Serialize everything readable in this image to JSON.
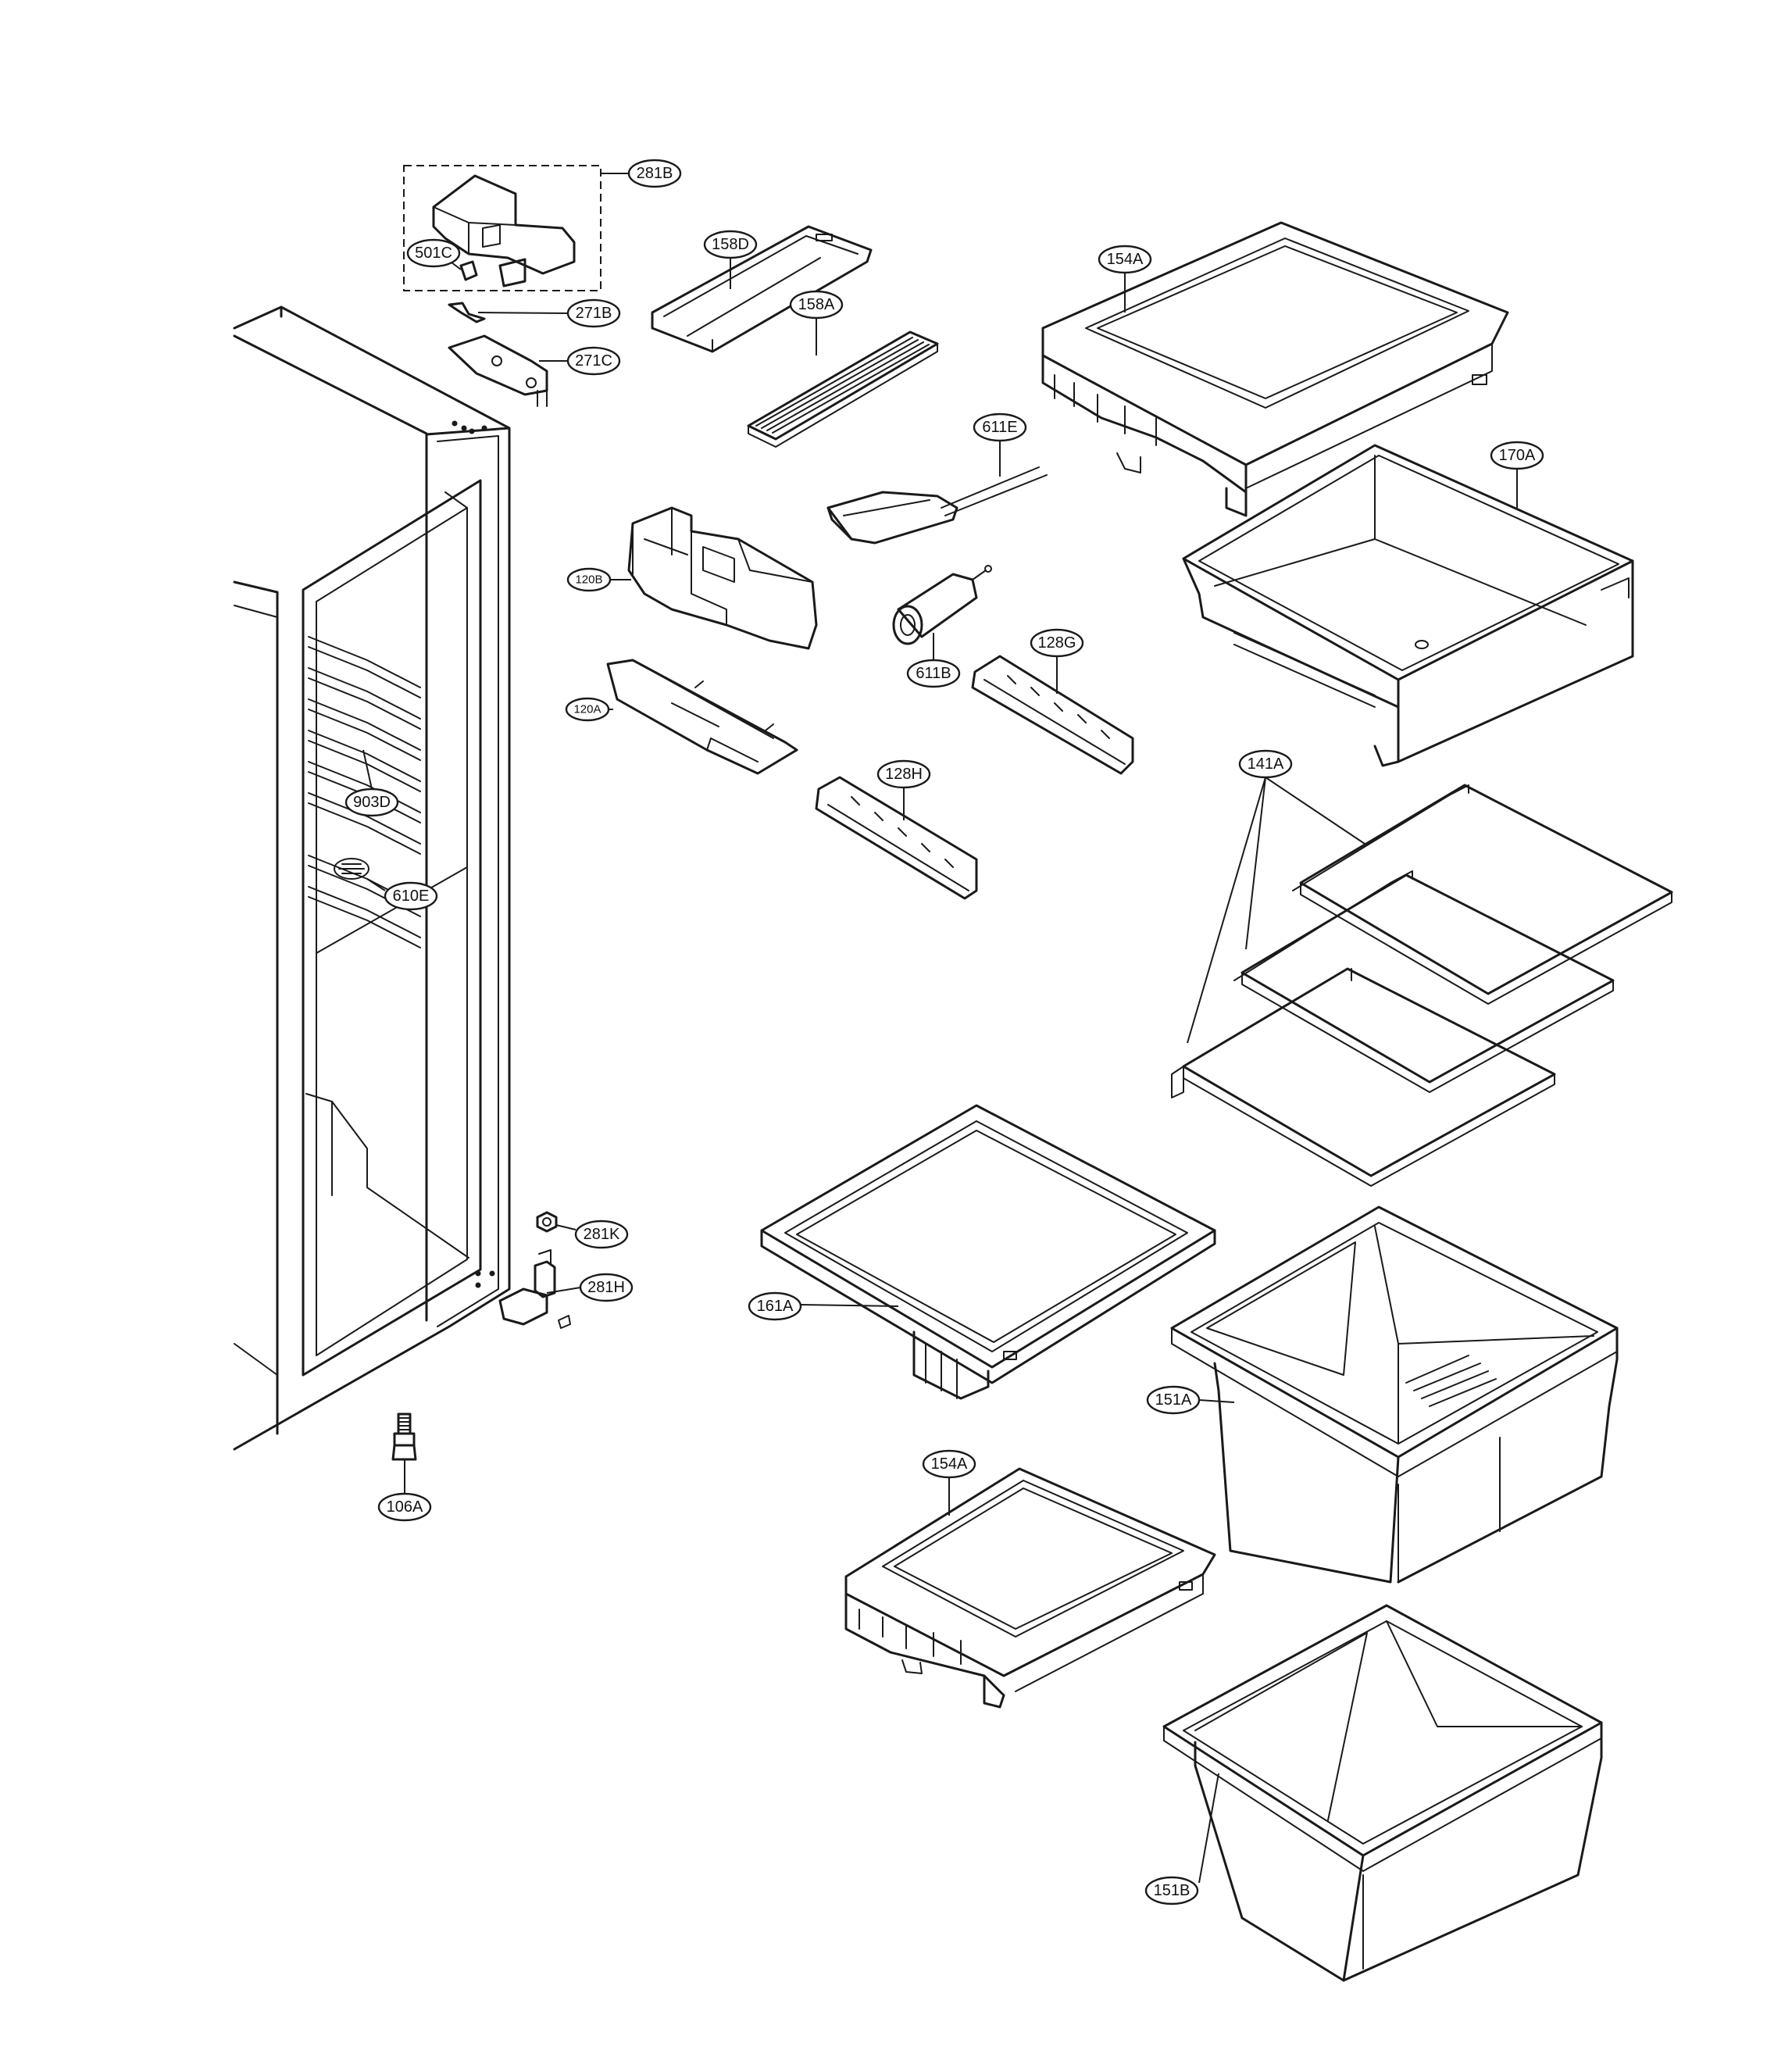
{
  "diagram": {
    "callouts": [
      {
        "id": "281B",
        "label": "281B"
      },
      {
        "id": "501C",
        "label": "501C"
      },
      {
        "id": "271B",
        "label": "271B"
      },
      {
        "id": "271C",
        "label": "271C"
      },
      {
        "id": "158D",
        "label": "158D"
      },
      {
        "id": "158A",
        "label": "158A"
      },
      {
        "id": "611E",
        "label": "611E"
      },
      {
        "id": "120B",
        "label": "120B"
      },
      {
        "id": "611B",
        "label": "611B"
      },
      {
        "id": "128G",
        "label": "128G"
      },
      {
        "id": "120A",
        "label": "120A"
      },
      {
        "id": "128H",
        "label": "128H"
      },
      {
        "id": "903D",
        "label": "903D"
      },
      {
        "id": "610E",
        "label": "610E"
      },
      {
        "id": "154A-top",
        "label": "154A"
      },
      {
        "id": "170A",
        "label": "170A"
      },
      {
        "id": "141A",
        "label": "141A"
      },
      {
        "id": "281K",
        "label": "281K"
      },
      {
        "id": "281H",
        "label": "281H"
      },
      {
        "id": "161A",
        "label": "161A"
      },
      {
        "id": "151A",
        "label": "151A"
      },
      {
        "id": "106A",
        "label": "106A"
      },
      {
        "id": "154A-bottom",
        "label": "154A"
      },
      {
        "id": "151B",
        "label": "151B"
      }
    ]
  }
}
